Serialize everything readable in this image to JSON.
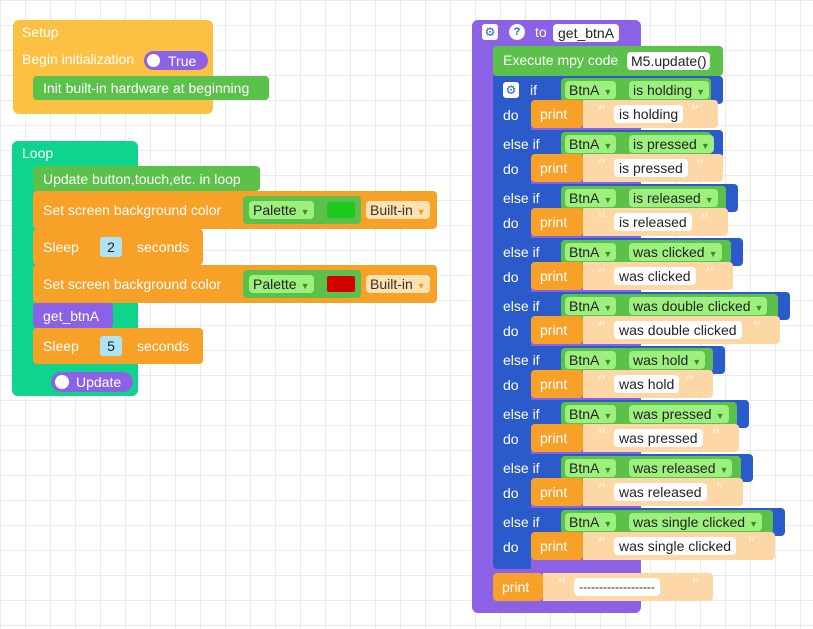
{
  "setup": {
    "title": "Setup",
    "begin_init_label": "Begin initialization",
    "begin_init_value": "True",
    "init_hw": "Init built-in hardware at beginning"
  },
  "loop": {
    "title": "Loop",
    "update": "Update button,touch,etc. in loop",
    "set_bg_1": {
      "label": "Set screen background color",
      "palette": "Palette",
      "color": "#1ec81e",
      "source": "Built-in"
    },
    "sleep_1": {
      "label": "Sleep",
      "value": "2",
      "unit": "seconds"
    },
    "set_bg_2": {
      "label": "Set screen background color",
      "palette": "Palette",
      "color": "#d40000",
      "source": "Built-in"
    },
    "call": "get_btnA",
    "sleep_2": {
      "label": "Sleep",
      "value": "5",
      "unit": "seconds"
    },
    "update_label": "Update"
  },
  "func": {
    "to_label": "to",
    "name": "get_btnA",
    "exec_label": "Execute mpy code",
    "exec_code": "M5.update()",
    "if_label": "if",
    "elseif_label": "else if",
    "do_label": "do",
    "print_label": "print",
    "button": "BtnA",
    "branches": [
      {
        "cond": "is holding",
        "text": "is holding"
      },
      {
        "cond": "is pressed",
        "text": "is pressed"
      },
      {
        "cond": "is released",
        "text": "is released"
      },
      {
        "cond": "was clicked",
        "text": "was clicked"
      },
      {
        "cond": "was double clicked",
        "text": "was double clicked"
      },
      {
        "cond": "was hold",
        "text": "was hold"
      },
      {
        "cond": "was pressed",
        "text": "was pressed"
      },
      {
        "cond": "was released",
        "text": "was released"
      },
      {
        "cond": "was single clicked",
        "text": "was single clicked"
      }
    ],
    "final_print": "-------------------"
  }
}
